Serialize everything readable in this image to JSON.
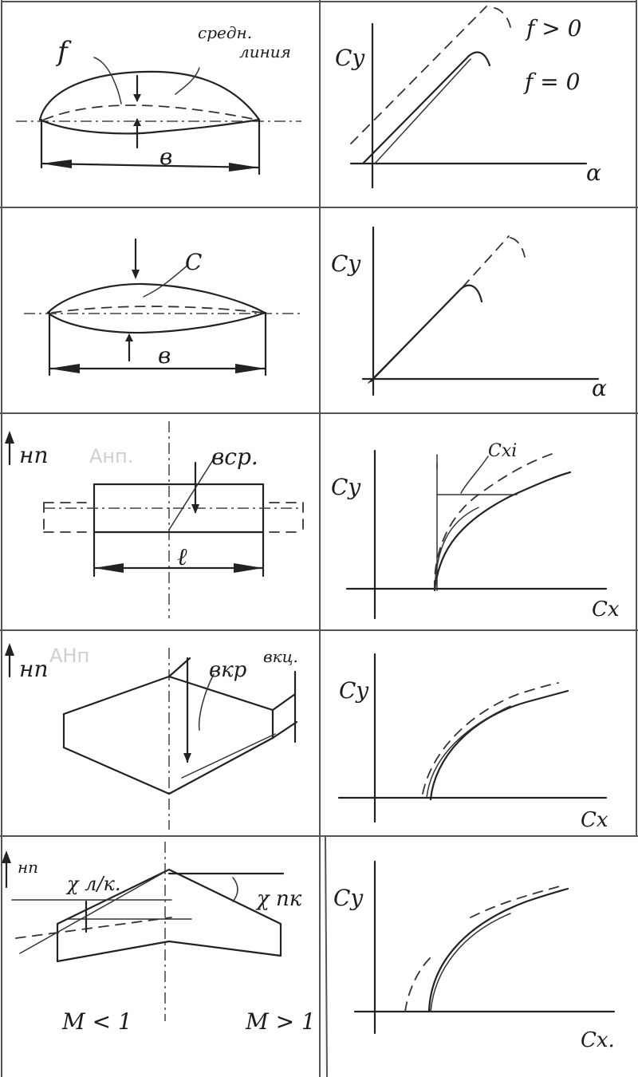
{
  "row1": {
    "left": {
      "camber": "f",
      "midline": [
        "средн.",
        "линия"
      ],
      "chord": "в"
    },
    "right": {
      "y_axis": "Cy",
      "x_axis": "α",
      "curve_a": "f > 0",
      "curve_b": "f = 0"
    }
  },
  "row2": {
    "left": {
      "thickness": "C",
      "chord": "в"
    },
    "right": {
      "y_axis": "Cy",
      "x_axis": "α"
    }
  },
  "row3": {
    "left": {
      "direction": "нп",
      "direction_faint": "Анп.",
      "mean_chord": "вср.",
      "span": "ℓ"
    },
    "right": {
      "y_axis": "Cy",
      "x_axis": "Cx",
      "induced": "Cxi"
    }
  },
  "row4": {
    "left": {
      "direction": "нп",
      "direction_faint": "АНп",
      "root_chord": "вкр",
      "tip_chord": "вкц."
    },
    "right": {
      "y_axis": "Cy",
      "x_axis": "Cx"
    }
  },
  "row5": {
    "left": {
      "direction": "нп",
      "sweep_leading": "χ л/к.",
      "sweep_trailing": "χ пк",
      "mach_sub": "M < 1",
      "mach_super": "M > 1"
    },
    "right": {
      "y_axis": "Cy",
      "x_axis": "Cx."
    }
  }
}
